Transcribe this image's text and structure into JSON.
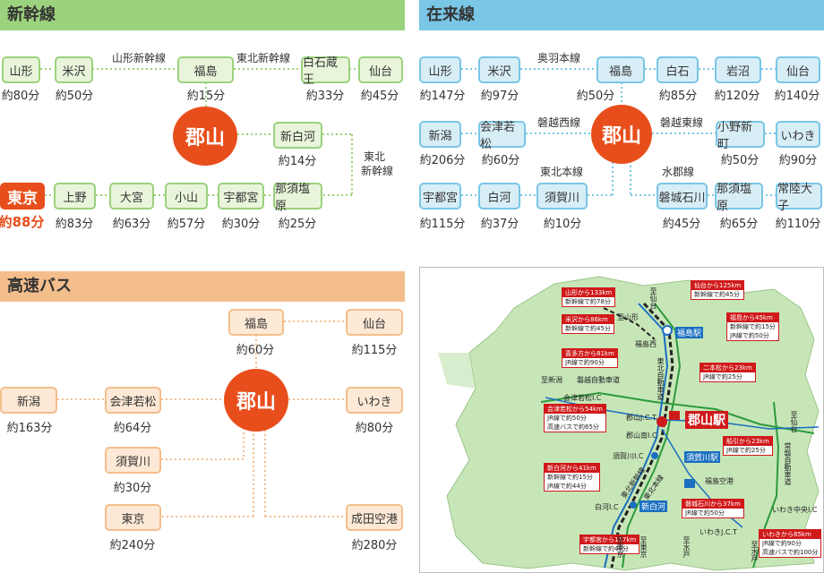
{
  "sections": {
    "shinkansen": "新幹線",
    "zairaisen": "在来線",
    "bus": "高速バス"
  },
  "hub": "郡山",
  "shinkansen": {
    "stations": {
      "yamagata": "山形",
      "yonezawa": "米沢",
      "fukushima": "福島",
      "shiroishizao": "白石蔵王",
      "sendai": "仙台",
      "shinshirakawa": "新白河",
      "tokyo": "東京",
      "ueno": "上野",
      "omiya": "大宮",
      "oyama": "小山",
      "utsunomiya": "宇都宮",
      "nasushiobara": "那須塩原"
    },
    "times": {
      "yamagata": "約80分",
      "yonezawa": "約50分",
      "fukushima": "約15分",
      "shiroishizao": "約33分",
      "sendai": "約45分",
      "shinshirakawa": "約14分",
      "tokyo": "約88分",
      "ueno": "約83分",
      "omiya": "約63分",
      "oyama": "約57分",
      "utsunomiya": "約30分",
      "nasushiobara": "約25分"
    },
    "lines": {
      "yamagata": "山形新幹線",
      "tohoku": "東北新幹線",
      "tohoku2a": "東北",
      "tohoku2b": "新幹線"
    }
  },
  "zairaisen": {
    "stations": {
      "yamagata": "山形",
      "yonezawa": "米沢",
      "fukushima": "福島",
      "shiroishi": "白石",
      "iwanuma": "岩沼",
      "sendai": "仙台",
      "niigata": "新潟",
      "aizuwakamatsu": "会津若松",
      "ononiimachi": "小野新町",
      "iwaki": "いわき",
      "utsunomiya": "宇都宮",
      "shirakawa": "白河",
      "sukagawa": "須賀川",
      "iwakiishikawa": "磐城石川",
      "nasushiobara": "那須塩原",
      "hitachidaigo": "常陸大子"
    },
    "times": {
      "yamagata": "約147分",
      "yonezawa": "約97分",
      "fukushima": "約50分",
      "shiroishi": "約85分",
      "iwanuma": "約120分",
      "sendai": "約140分",
      "niigata": "約206分",
      "aizuwakamatsu": "約60分",
      "ononiimachi": "約50分",
      "iwaki": "約90分",
      "utsunomiya": "約115分",
      "shirakawa": "約37分",
      "sukagawa": "約10分",
      "iwakiishikawa": "約45分",
      "nasushiobara": "約65分",
      "hitachidaigo": "約110分"
    },
    "lines": {
      "ouu": "奥羽本線",
      "banetsusai": "磐越西線",
      "banetsuto": "磐越東線",
      "tohoku": "東北本線",
      "suigun": "水郡線"
    }
  },
  "bus": {
    "stations": {
      "fukushima": "福島",
      "sendai": "仙台",
      "niigata": "新潟",
      "aizuwakamatsu": "会津若松",
      "iwaki": "いわき",
      "sukagawa": "須賀川",
      "tokyo": "東京",
      "narita": "成田空港"
    },
    "times": {
      "fukushima": "約60分",
      "sendai": "約115分",
      "niigata": "約163分",
      "aizuwakamatsu": "約64分",
      "iwaki": "約80分",
      "sukagawa": "約30分",
      "tokyo": "約240分",
      "narita": "約280分"
    }
  },
  "map": {
    "tags": [
      {
        "t": "山形から133km",
        "s": [
          "新幹線で約78分"
        ]
      },
      {
        "t": "仙台から125km",
        "s": [
          "新幹線で約45分"
        ]
      },
      {
        "t": "米沢から86km",
        "s": [
          "新幹線で約45分"
        ]
      },
      {
        "t": "福島から45km",
        "s": [
          "新幹線で約15分",
          "JR線で約50分"
        ]
      },
      {
        "t": "喜多方から81km",
        "s": [
          "JR線で約90分"
        ]
      },
      {
        "t": "二本松から23km",
        "s": [
          "JR線で約25分"
        ]
      },
      {
        "t": "会津若松から54km",
        "s": [
          "JR線で約50分",
          "高速バスで約65分"
        ]
      },
      {
        "t": "船引から23km",
        "s": [
          "JR線で約25分"
        ]
      },
      {
        "t": "新白河から41km",
        "s": [
          "新幹線で約15分",
          "JR線で約44分"
        ]
      },
      {
        "t": "磐城石川から37km",
        "s": [
          "JR線で約50分"
        ]
      },
      {
        "t": "いわきから85km",
        "s": [
          "JR線で約90分",
          "高速バスで約100分"
        ]
      },
      {
        "t": "宇都宮から117km",
        "s": [
          "新幹線で約40分"
        ]
      }
    ],
    "labels": {
      "koriyama": "郡山駅",
      "fukushima": "福島駅",
      "sukagawa": "須賀川駅",
      "shinshirakawa": "新白河",
      "sendai1": "至仙台",
      "yamagata": "至山形",
      "fukushimanishi": "福島西",
      "niigata": "至新潟",
      "banetsu": "磐越自動車道",
      "aizuwakamatsuic": "会津若松I.C",
      "koriyamajct": "郡山J.C.T",
      "koriyamaminami": "郡山南I.C",
      "sukagawaic": "須賀川I.C",
      "shirakawaic": "白河I.C",
      "tohokuexp": "東北自動車道",
      "tohokusk": "東北新幹線",
      "tohokuhon": "東北本線",
      "airport": "福島空港",
      "iwakijct": "いわきJ.C.T",
      "iwakichuo": "いわき中央I.C",
      "joban": "常磐自動車道",
      "sendai2": "至仙台",
      "tokyo1": "至東京",
      "tokyo2": "至東京",
      "mito1": "至水戸",
      "mito2": "至水戸"
    }
  }
}
